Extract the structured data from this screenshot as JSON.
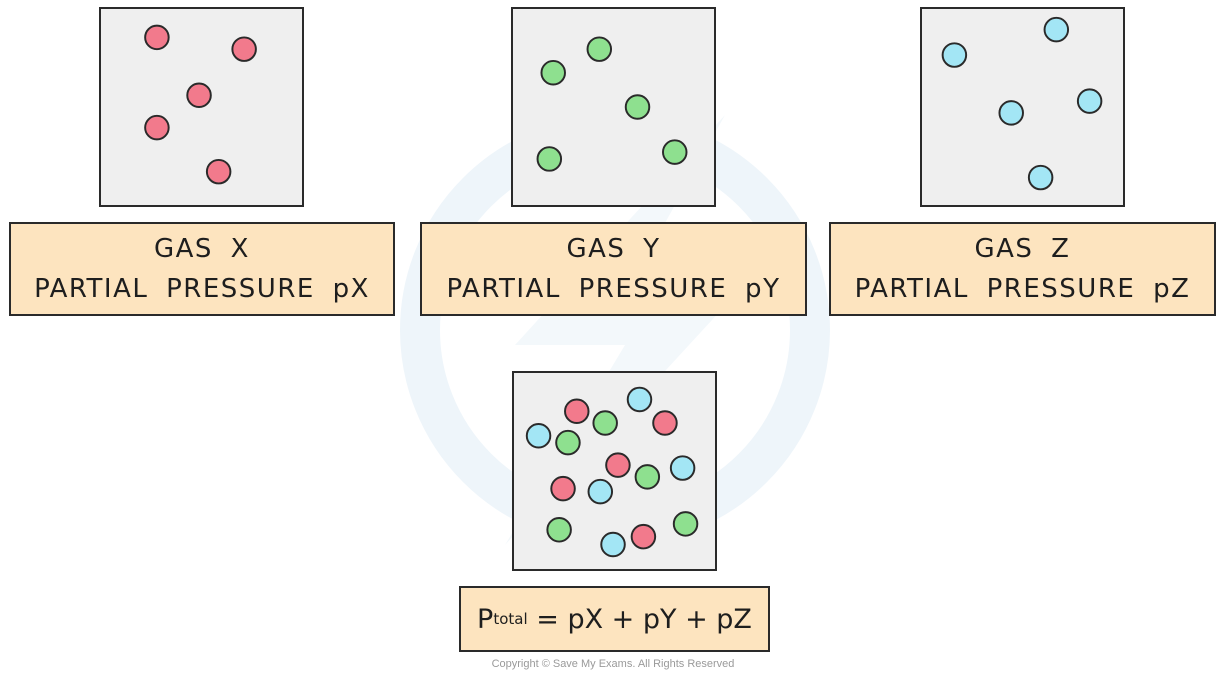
{
  "colors": {
    "gas_x": "#f27a8c",
    "gas_y": "#8ee08f",
    "gas_z": "#a3e6f5",
    "box_fill": "#efefef",
    "label_fill": "#fde4bf",
    "outline": "#2a2a2a"
  },
  "gases": [
    {
      "line1": "GAS  X",
      "line2": "PARTIAL  PRESSURE  pX"
    },
    {
      "line1": "GAS  Y",
      "line2": "PARTIAL  PRESSURE  pY"
    },
    {
      "line1": "GAS  Z",
      "line2": "PARTIAL  PRESSURE  pZ"
    }
  ],
  "formula": {
    "p": "P",
    "sub": "total",
    "rest": " = pX + pY + pZ"
  },
  "copyright": "Copyright © Save My Exams. All Rights Reserved"
}
